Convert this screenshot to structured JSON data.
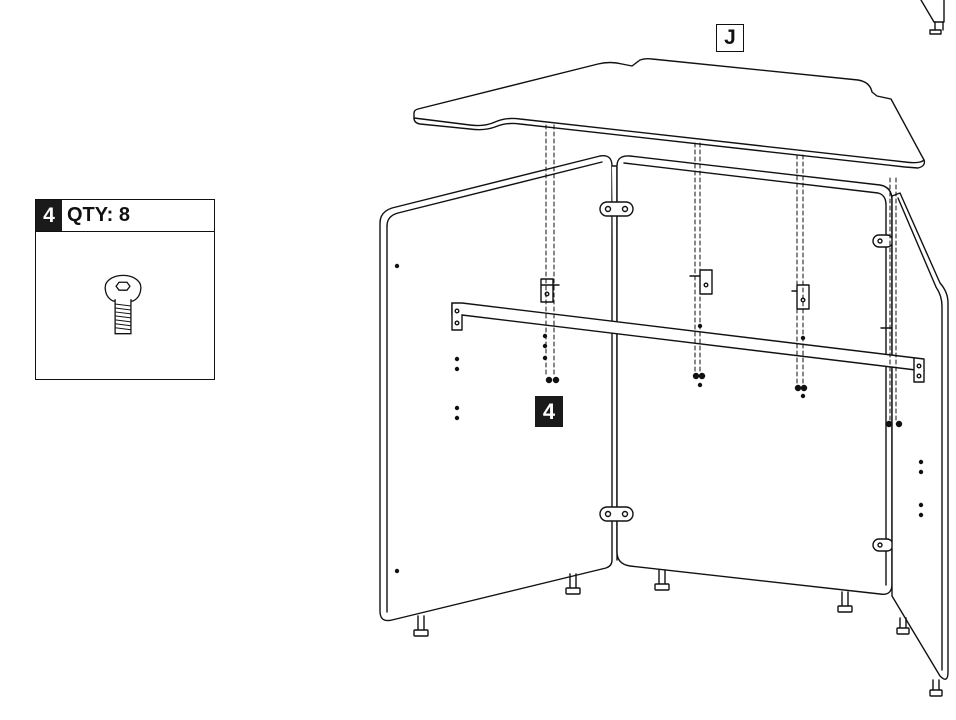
{
  "hardware": {
    "part_number": "4",
    "qty_label": "QTY: 8",
    "icon": "hex-socket-screw-icon"
  },
  "callouts": {
    "screw_callout": "4",
    "desktop_label": "J"
  },
  "colors": {
    "line": "#111111",
    "label_fill": "#1a1a1a",
    "panel_fill": "#ffffff"
  }
}
